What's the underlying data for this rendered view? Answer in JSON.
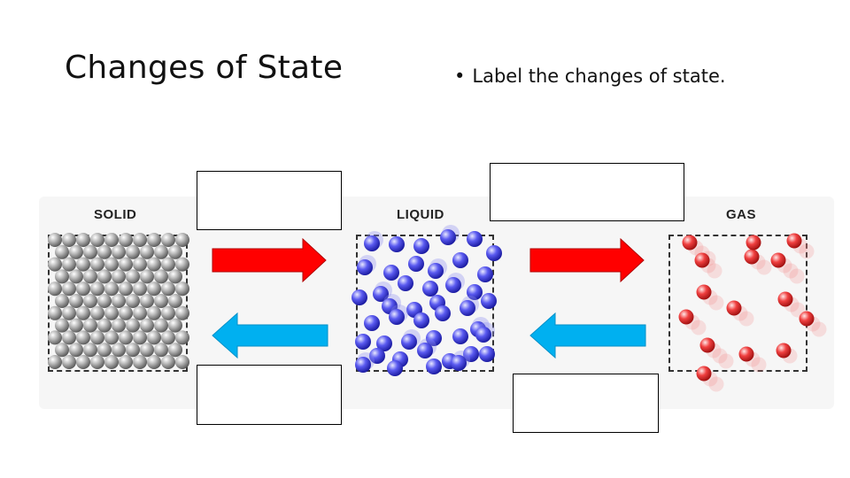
{
  "slide": {
    "title": "Changes of State",
    "bullet_marker": "•",
    "instruction": "Label the changes of state."
  },
  "states": {
    "solid": {
      "label": "SOLID",
      "color": "#9a9a9a"
    },
    "liquid": {
      "label": "LIQUID",
      "color": "#4040e0"
    },
    "gas": {
      "label": "GAS",
      "color": "#e83030"
    }
  },
  "arrows": {
    "forward_color": "#ff0000",
    "reverse_color": "#00b0f0"
  },
  "answer_boxes": {
    "solid_to_liquid": "",
    "liquid_to_solid": "",
    "liquid_to_gas": "",
    "gas_to_liquid": ""
  }
}
